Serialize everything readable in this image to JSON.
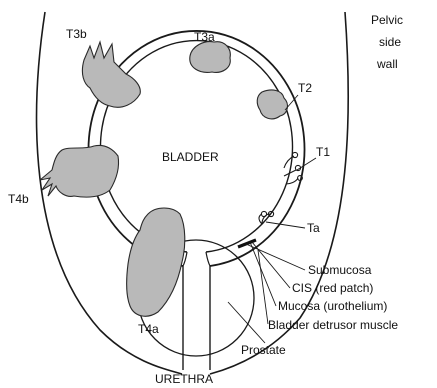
{
  "labels": {
    "pelvic_side_wall_1": "Pelvic",
    "pelvic_side_wall_2": "side",
    "pelvic_side_wall_3": "wall",
    "t3b": "T3b",
    "t3a": "T3a",
    "t2": "T2",
    "t1": "T1",
    "ta": "Ta",
    "t4b": "T4b",
    "t4a": "T4a",
    "bladder": "BLADDER",
    "submucosa": "Submucosa",
    "cis": "CIS (red patch)",
    "mucosa": "Mucosa (urothelium)",
    "detrusor": "Bladder detrusor muscle",
    "prostate": "Prostate",
    "urethra": "URETHRA"
  },
  "colors": {
    "line": "#1a1a1a",
    "tumor_fill": "#b9b9b9",
    "background": "#ffffff"
  }
}
